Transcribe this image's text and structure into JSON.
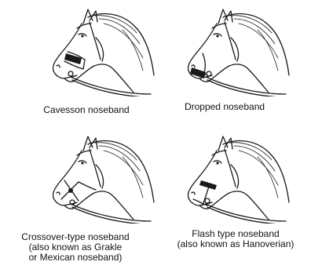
{
  "panels": [
    {
      "id": "cavesson",
      "icon": "horse-head-cavesson-icon",
      "caption": [
        "Cavesson noseband"
      ]
    },
    {
      "id": "dropped",
      "icon": "horse-head-dropped-icon",
      "caption": [
        "Dropped noseband"
      ]
    },
    {
      "id": "crossover",
      "icon": "horse-head-crossover-icon",
      "caption": [
        "Crossover-type noseband",
        "(also known as Grakle",
        "or Mexican noseband)"
      ]
    },
    {
      "id": "flash",
      "icon": "horse-head-flash-icon",
      "caption": [
        "Flash type noseband",
        "(also known as Hanoverian)"
      ]
    }
  ]
}
